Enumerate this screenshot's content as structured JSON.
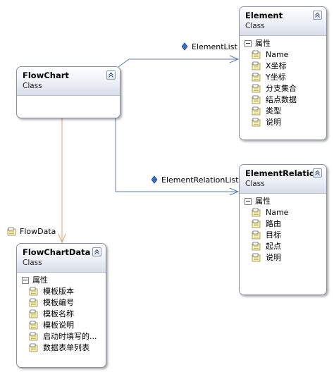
{
  "classes": {
    "flowchart": {
      "name": "FlowChart",
      "kind": "Class"
    },
    "element": {
      "name": "Element",
      "kind": "Class",
      "section": "属性",
      "properties": [
        "Name",
        "X坐标",
        "Y坐标",
        "分支集合",
        "结点数据",
        "类型",
        "说明"
      ]
    },
    "elementrelation": {
      "name": "ElementRelation",
      "kind": "Class",
      "section": "属性",
      "properties": [
        "Name",
        "路由",
        "目标",
        "起点",
        "说明"
      ]
    },
    "flowchartdata": {
      "name": "FlowChartData",
      "kind": "Class",
      "section": "属性",
      "properties": [
        "模板版本",
        "模板编号",
        "模板名称",
        "模板说明",
        "启动时填写的...",
        "数据表单列表"
      ]
    }
  },
  "associations": {
    "element_list": "ElementList",
    "element_relation_list": "ElementRelationList",
    "flow_data": "FlowData"
  },
  "colors": {
    "association_line": "#5b7bb6",
    "flowdata_line": "#e0a070",
    "class_border": "#8a93a6",
    "header_gradient_bottom": "#d9ddea"
  }
}
